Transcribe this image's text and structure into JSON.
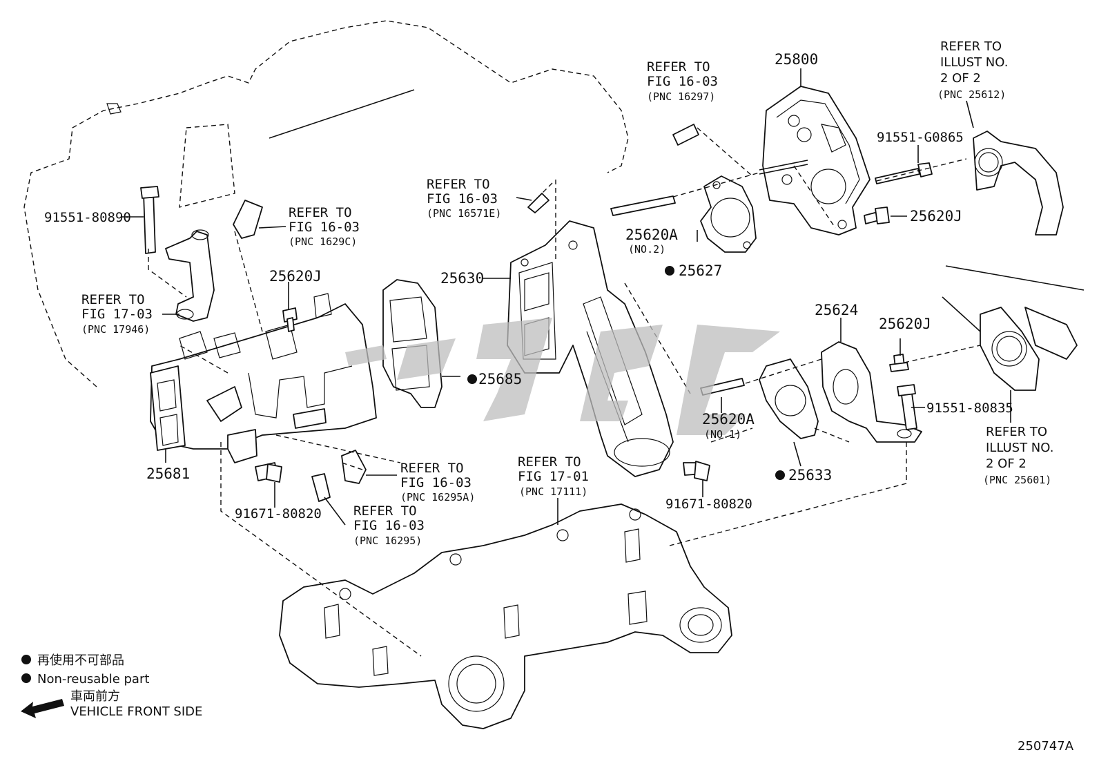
{
  "callouts": {
    "pn_25800": "25800",
    "pn_25620a_no2": "25620A",
    "no2": "(NO.2)",
    "pn_25627": "25627",
    "pn_91551_g0865": "91551-G0865",
    "pn_25620j_right": "25620J",
    "pn_25630": "25630",
    "pn_25685": "25685",
    "pn_25624": "25624",
    "pn_25620j_mid": "25620J",
    "pn_25620a_no1": "25620A",
    "no1": "(NO.1)",
    "pn_25633": "25633",
    "pn_91551_80835": "91551-80835",
    "pn_91551_80890": "91551-80890",
    "pn_25620j_left": "25620J",
    "pn_25681": "25681",
    "pn_91671_80820_left": "91671-80820",
    "pn_91671_80820_right": "91671-80820"
  },
  "refs": {
    "ref_16297": [
      "REFER TO",
      "FIG 16-03",
      "(PNC 16297)"
    ],
    "ref_25612": [
      "REFER TO",
      "ILLUST NO.",
      "2 OF 2",
      "(PNC 25612)"
    ],
    "ref_16571e": [
      "REFER TO",
      "FIG 16-03",
      "(PNC 16571E)"
    ],
    "ref_1629c": [
      "REFER TO",
      "FIG 16-03",
      "(PNC 1629C)"
    ],
    "ref_17946": [
      "REFER TO",
      "FIG 17-03",
      "(PNC 17946)"
    ],
    "ref_16295a": [
      "REFER TO",
      "FIG 16-03",
      "(PNC 16295A)"
    ],
    "ref_17111": [
      "REFER TO",
      "FIG 17-01",
      "(PNC 17111)"
    ],
    "ref_16295": [
      "REFER TO",
      "FIG 16-03",
      "(PNC 16295)"
    ],
    "ref_25601": [
      "REFER TO",
      "ILLUST NO.",
      "2 OF 2",
      "(PNC 25601)"
    ]
  },
  "legend": {
    "nonreusable_jp": "再使用不可部品",
    "nonreusable_en": "Non-reusable part",
    "front_jp": "車両前方",
    "front_en": "VEHICLE FRONT SIDE"
  },
  "illustration_id": "250747A",
  "colors": {
    "ink": "#111111",
    "watermark": "#bdbdbd",
    "background": "#ffffff"
  }
}
